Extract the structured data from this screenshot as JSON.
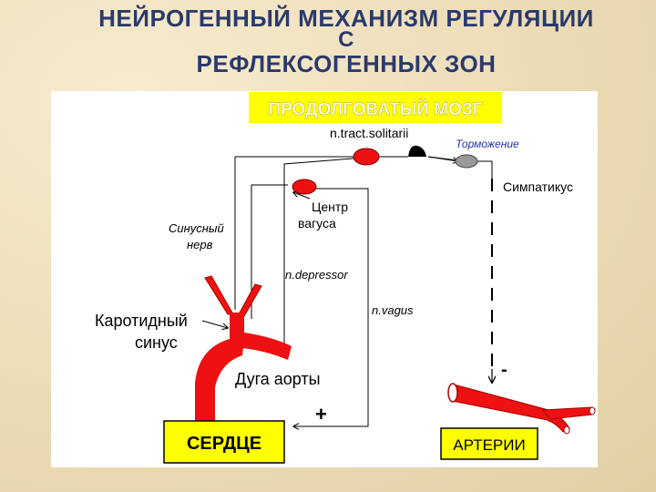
{
  "title": {
    "line1": "НЕЙРОГЕННЫЙ МЕХАНИЗМ РЕГУЛЯЦИИ",
    "line2": "С",
    "line3": "РЕФЛЕКСОГЕННЫХ  ЗОН"
  },
  "diagram": {
    "medulla_label": "ПРОДОЛГОВАТЫЙ МОЗГ",
    "solitarii_label": "n.tract.solitarii",
    "inhibition_label": "Торможение",
    "sympathicus_label": "Симпатикус",
    "vagus_center_line1": "Центр",
    "vagus_center_line2": "вагуса",
    "sinus_nerve_line1": "Синусный",
    "sinus_nerve_line2": "нерв",
    "depressor_label": "n.depressor",
    "vagus_label": "n.vagus",
    "carotid_line1": "Каротидный",
    "carotid_line2": "синус",
    "aortic_arch_label": "Дуга аорты",
    "plus_sign": "+",
    "minus_sign": "-",
    "heart_label": "СЕРДЦЕ",
    "arteries_label": "АРТЕРИИ"
  },
  "colors": {
    "title": "#2b3a6b",
    "vessel_red": "#ee1111",
    "label_box_yellow": "#ffff00",
    "medulla_box": "#ffff00",
    "medulla_text": "#ffffff",
    "inhibition_text": "#2233aa"
  }
}
